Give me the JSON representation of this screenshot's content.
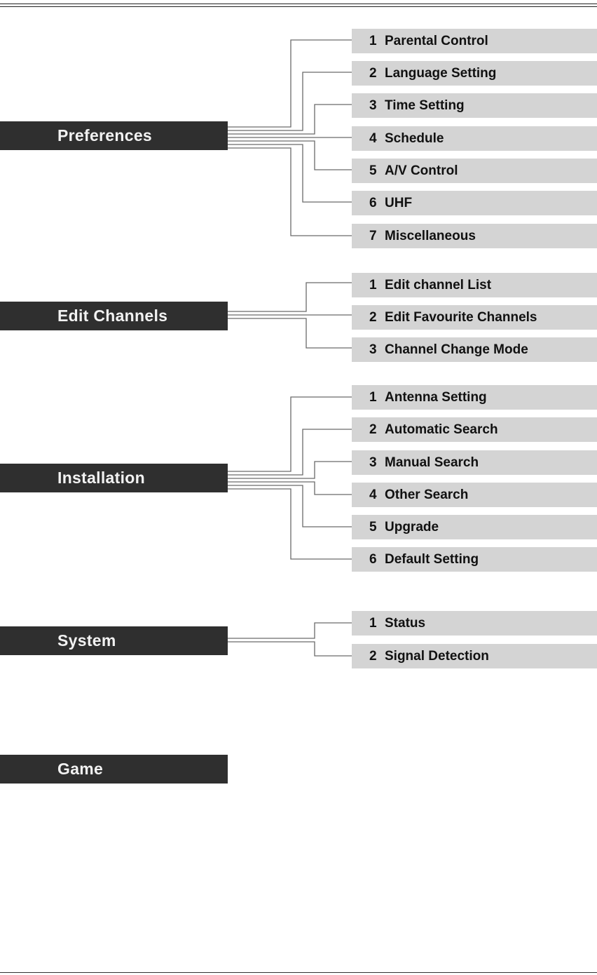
{
  "menus": [
    {
      "title": "Preferences",
      "items": [
        {
          "num": "1",
          "label": "Parental Control"
        },
        {
          "num": "2",
          "label": "Language Setting"
        },
        {
          "num": "3",
          "label": "Time Setting"
        },
        {
          "num": "4",
          "label": "Schedule"
        },
        {
          "num": "5",
          "label": "A/V Control"
        },
        {
          "num": "6",
          "label": "UHF"
        },
        {
          "num": "7",
          "label": "Miscellaneous"
        }
      ]
    },
    {
      "title": "Edit Channels",
      "items": [
        {
          "num": "1",
          "label": "Edit channel List"
        },
        {
          "num": "2",
          "label": "Edit Favourite Channels"
        },
        {
          "num": "3",
          "label": "Channel Change Mode"
        }
      ]
    },
    {
      "title": "Installation",
      "items": [
        {
          "num": "1",
          "label": "Antenna Setting"
        },
        {
          "num": "2",
          "label": "Automatic Search"
        },
        {
          "num": "3",
          "label": "Manual Search"
        },
        {
          "num": "4",
          "label": "Other Search"
        },
        {
          "num": "5",
          "label": "Upgrade"
        },
        {
          "num": "6",
          "label": "Default Setting"
        }
      ]
    },
    {
      "title": "System",
      "items": [
        {
          "num": "1",
          "label": "Status"
        },
        {
          "num": "2",
          "label": "Signal Detection"
        }
      ]
    },
    {
      "title": "Game",
      "items": []
    }
  ]
}
